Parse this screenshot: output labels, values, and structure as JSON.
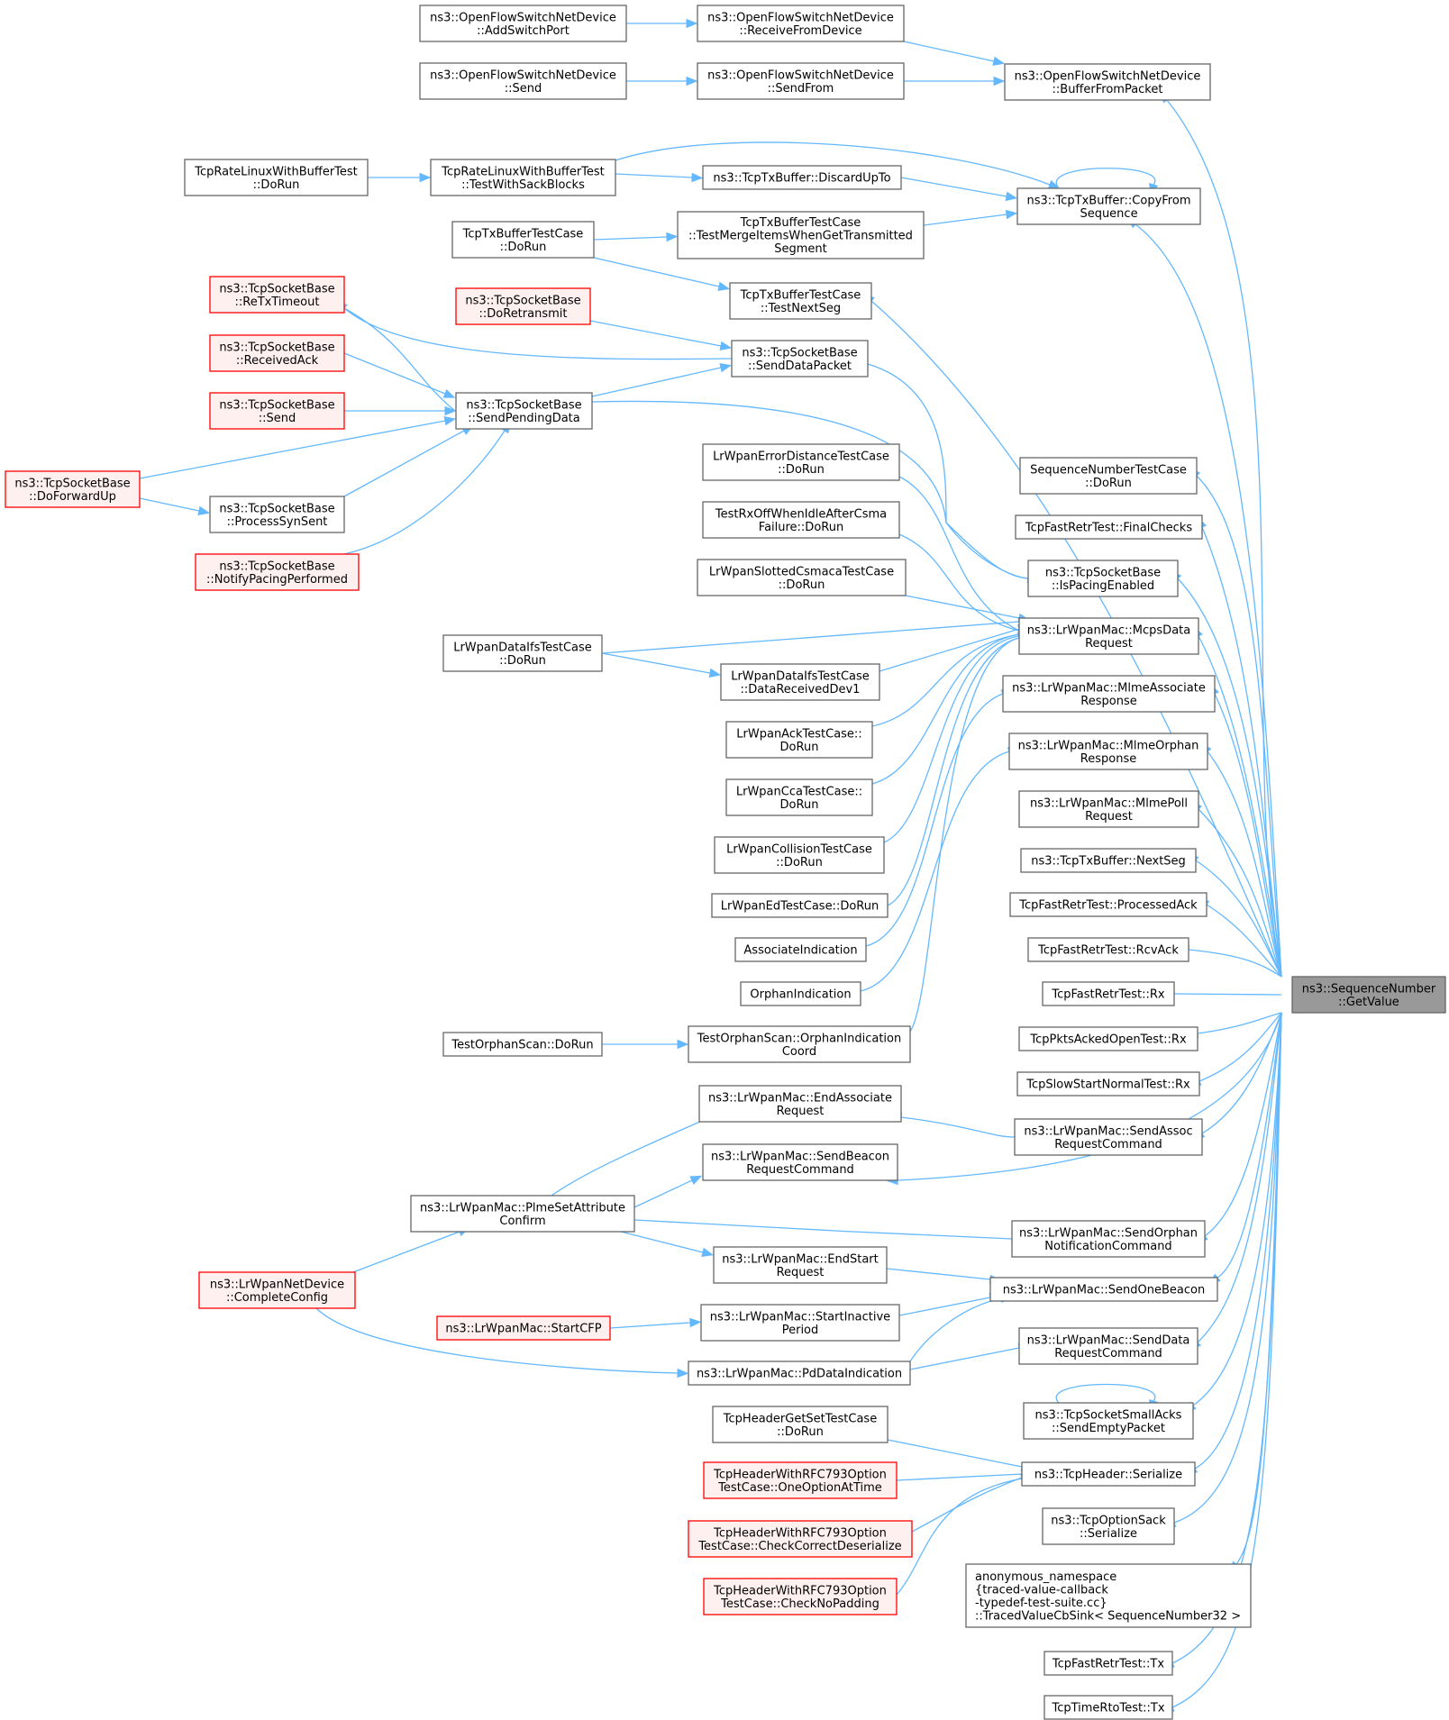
{
  "colors": {
    "edge": "#63b8ff",
    "node_border": "#666666",
    "node_fill": "#ffffff",
    "red_border": "#ff0000",
    "red_fill": "#fff0f0",
    "focus_fill": "#999999"
  },
  "nodes": [
    {
      "id": "getvalue",
      "style": "focus",
      "lines": [
        "ns3::SequenceNumber",
        "::GetValue"
      ]
    },
    {
      "id": "bfp",
      "style": "normal",
      "lines": [
        "ns3::OpenFlowSwitchNetDevice",
        "::BufferFromPacket"
      ]
    },
    {
      "id": "addsp",
      "style": "normal",
      "lines": [
        "ns3::OpenFlowSwitchNetDevice",
        "::AddSwitchPort"
      ]
    },
    {
      "id": "rfd",
      "style": "normal",
      "lines": [
        "ns3::OpenFlowSwitchNetDevice",
        "::ReceiveFromDevice"
      ]
    },
    {
      "id": "ofsend",
      "style": "normal",
      "lines": [
        "ns3::OpenFlowSwitchNetDevice",
        "::Send"
      ]
    },
    {
      "id": "sendfrom",
      "style": "normal",
      "lines": [
        "ns3::OpenFlowSwitchNetDevice",
        "::SendFrom"
      ]
    },
    {
      "id": "trlbdorun",
      "style": "normal",
      "lines": [
        "TcpRateLinuxWithBufferTest",
        "::DoRun"
      ]
    },
    {
      "id": "trlbtwsb",
      "style": "normal",
      "lines": [
        "TcpRateLinuxWithBufferTest",
        "::TestWithSackBlocks"
      ]
    },
    {
      "id": "discard",
      "style": "normal",
      "lines": [
        "ns3::TcpTxBuffer::DiscardUpTo"
      ]
    },
    {
      "id": "copyfrom",
      "style": "normal",
      "lines": [
        "ns3::TcpTxBuffer::CopyFrom",
        "Sequence"
      ]
    },
    {
      "id": "ttbtcdorun",
      "style": "normal",
      "lines": [
        "TcpTxBufferTestCase",
        "::DoRun"
      ]
    },
    {
      "id": "ttbmerge",
      "style": "normal",
      "lines": [
        "TcpTxBufferTestCase",
        "::TestMergeItemsWhenGetTransmitted",
        "Segment"
      ]
    },
    {
      "id": "ttbnext",
      "style": "normal",
      "lines": [
        "TcpTxBufferTestCase",
        "::TestNextSeg"
      ]
    },
    {
      "id": "retx",
      "style": "red",
      "lines": [
        "ns3::TcpSocketBase",
        "::ReTxTimeout"
      ]
    },
    {
      "id": "doretx",
      "style": "red",
      "lines": [
        "ns3::TcpSocketBase",
        "::DoRetransmit"
      ]
    },
    {
      "id": "sdp",
      "style": "normal",
      "lines": [
        "ns3::TcpSocketBase",
        "::SendDataPacket"
      ]
    },
    {
      "id": "rack",
      "style": "red",
      "lines": [
        "ns3::TcpSocketBase",
        "::ReceivedAck"
      ]
    },
    {
      "id": "tsbsend",
      "style": "red",
      "lines": [
        "ns3::TcpSocketBase",
        "::Send"
      ]
    },
    {
      "id": "spd",
      "style": "normal",
      "lines": [
        "ns3::TcpSocketBase",
        "::SendPendingData"
      ]
    },
    {
      "id": "dfu",
      "style": "red",
      "lines": [
        "ns3::TcpSocketBase",
        "::DoForwardUp"
      ]
    },
    {
      "id": "pss",
      "style": "normal",
      "lines": [
        "ns3::TcpSocketBase",
        "::ProcessSynSent"
      ]
    },
    {
      "id": "npp",
      "style": "red",
      "lines": [
        "ns3::TcpSocketBase",
        "::NotifyPacingPerformed"
      ]
    },
    {
      "id": "lwed",
      "style": "normal",
      "lines": [
        "LrWpanErrorDistanceTestCase",
        "::DoRun"
      ]
    },
    {
      "id": "snt",
      "style": "normal",
      "lines": [
        "SequenceNumberTestCase",
        "::DoRun"
      ]
    },
    {
      "id": "tfrfc",
      "style": "normal",
      "lines": [
        "TcpFastRetrTest::FinalChecks"
      ]
    },
    {
      "id": "txoff",
      "style": "normal",
      "lines": [
        "TestRxOffWhenIdleAfterCsma",
        "Failure::DoRun"
      ]
    },
    {
      "id": "ipe",
      "style": "normal",
      "lines": [
        "ns3::TcpSocketBase",
        "::IsPacingEnabled"
      ]
    },
    {
      "id": "lwslot",
      "style": "normal",
      "lines": [
        "LrWpanSlottedCsmacaTestCase",
        "::DoRun"
      ]
    },
    {
      "id": "mcps",
      "style": "normal",
      "lines": [
        "ns3::LrWpanMac::McpsData",
        "Request"
      ]
    },
    {
      "id": "lwdifs",
      "style": "normal",
      "lines": [
        "LrWpanDataIfsTestCase",
        "::DoRun"
      ]
    },
    {
      "id": "lwdrd",
      "style": "normal",
      "lines": [
        "LrWpanDataIfsTestCase",
        "::DataReceivedDev1"
      ]
    },
    {
      "id": "mlmeassoc",
      "style": "normal",
      "lines": [
        "ns3::LrWpanMac::MlmeAssociate",
        "Response"
      ]
    },
    {
      "id": "lwack",
      "style": "normal",
      "lines": [
        "LrWpanAckTestCase::",
        "DoRun"
      ]
    },
    {
      "id": "mlmeorph",
      "style": "normal",
      "lines": [
        "ns3::LrWpanMac::MlmeOrphan",
        "Response"
      ]
    },
    {
      "id": "lwcca",
      "style": "normal",
      "lines": [
        "LrWpanCcaTestCase::",
        "DoRun"
      ]
    },
    {
      "id": "mlmepoll",
      "style": "normal",
      "lines": [
        "ns3::LrWpanMac::MlmePoll",
        "Request"
      ]
    },
    {
      "id": "lwcoll",
      "style": "normal",
      "lines": [
        "LrWpanCollisionTestCase",
        "::DoRun"
      ]
    },
    {
      "id": "nextseg",
      "style": "normal",
      "lines": [
        "ns3::TcpTxBuffer::NextSeg"
      ]
    },
    {
      "id": "lwed2",
      "style": "normal",
      "lines": [
        "LrWpanEdTestCase::DoRun"
      ]
    },
    {
      "id": "tfrpa",
      "style": "normal",
      "lines": [
        "TcpFastRetrTest::ProcessedAck"
      ]
    },
    {
      "id": "assocind",
      "style": "normal",
      "lines": [
        "AssociateIndication"
      ]
    },
    {
      "id": "tfrrcv",
      "style": "normal",
      "lines": [
        "TcpFastRetrTest::RcvAck"
      ]
    },
    {
      "id": "orphind",
      "style": "normal",
      "lines": [
        "OrphanIndication"
      ]
    },
    {
      "id": "tfrrx",
      "style": "normal",
      "lines": [
        "TcpFastRetrTest::Rx"
      ]
    },
    {
      "id": "tosdorun",
      "style": "normal",
      "lines": [
        "TestOrphanScan::DoRun"
      ]
    },
    {
      "id": "tosoic",
      "style": "normal",
      "lines": [
        "TestOrphanScan::OrphanIndication",
        "Coord"
      ]
    },
    {
      "id": "tpao",
      "style": "normal",
      "lines": [
        "TcpPktsAckedOpenTest::Rx"
      ]
    },
    {
      "id": "tssn",
      "style": "normal",
      "lines": [
        "TcpSlowStartNormalTest::Rx"
      ]
    },
    {
      "id": "ear",
      "style": "normal",
      "lines": [
        "ns3::LrWpanMac::EndAssociate",
        "Request"
      ]
    },
    {
      "id": "sarc",
      "style": "normal",
      "lines": [
        "ns3::LrWpanMac::SendAssoc",
        "RequestCommand"
      ]
    },
    {
      "id": "sbrc",
      "style": "normal",
      "lines": [
        "ns3::LrWpanMac::SendBeacon",
        "RequestCommand"
      ]
    },
    {
      "id": "psac",
      "style": "normal",
      "lines": [
        "ns3::LrWpanMac::PlmeSetAttribute",
        "Confirm"
      ]
    },
    {
      "id": "sonc",
      "style": "normal",
      "lines": [
        "ns3::LrWpanMac::SendOrphan",
        "NotificationCommand"
      ]
    },
    {
      "id": "esr",
      "style": "normal",
      "lines": [
        "ns3::LrWpanMac::EndStart",
        "Request"
      ]
    },
    {
      "id": "lwndcc",
      "style": "red",
      "lines": [
        "ns3::LrWpanNetDevice",
        "::CompleteConfig"
      ]
    },
    {
      "id": "sob",
      "style": "normal",
      "lines": [
        "ns3::LrWpanMac::SendOneBeacon"
      ]
    },
    {
      "id": "startcfp",
      "style": "red",
      "lines": [
        "ns3::LrWpanMac::StartCFP"
      ]
    },
    {
      "id": "sip",
      "style": "normal",
      "lines": [
        "ns3::LrWpanMac::StartInactive",
        "Period"
      ]
    },
    {
      "id": "sdrc",
      "style": "normal",
      "lines": [
        "ns3::LrWpanMac::SendData",
        "RequestCommand"
      ]
    },
    {
      "id": "pdi",
      "style": "normal",
      "lines": [
        "ns3::LrWpanMac::PdDataIndication"
      ]
    },
    {
      "id": "tssa",
      "style": "normal",
      "lines": [
        "ns3::TcpSocketSmallAcks",
        "::SendEmptyPacket"
      ]
    },
    {
      "id": "thgs",
      "style": "normal",
      "lines": [
        "TcpHeaderGetSetTestCase",
        "::DoRun"
      ]
    },
    {
      "id": "thser",
      "style": "normal",
      "lines": [
        "ns3::TcpHeader::Serialize"
      ]
    },
    {
      "id": "thoo",
      "style": "red",
      "lines": [
        "TcpHeaderWithRFC793Option",
        "TestCase::OneOptionAtTime"
      ]
    },
    {
      "id": "tosser",
      "style": "normal",
      "lines": [
        "ns3::TcpOptionSack",
        "::Serialize"
      ]
    },
    {
      "id": "thccd",
      "style": "red",
      "lines": [
        "TcpHeaderWithRFC793Option",
        "TestCase::CheckCorrectDeserialize"
      ]
    },
    {
      "id": "anon",
      "style": "normal",
      "lines": [
        "anonymous_namespace",
        "{traced-value-callback",
        "-typedef-test-suite.cc}",
        "::TracedValueCbSink< SequenceNumber32 >"
      ]
    },
    {
      "id": "thcnp",
      "style": "red",
      "lines": [
        "TcpHeaderWithRFC793Option",
        "TestCase::CheckNoPadding"
      ]
    },
    {
      "id": "tfrtx",
      "style": "normal",
      "lines": [
        "TcpFastRetrTest::Tx"
      ]
    },
    {
      "id": "ttrtx",
      "style": "normal",
      "lines": [
        "TcpTimeRtoTest::Tx"
      ]
    }
  ]
}
